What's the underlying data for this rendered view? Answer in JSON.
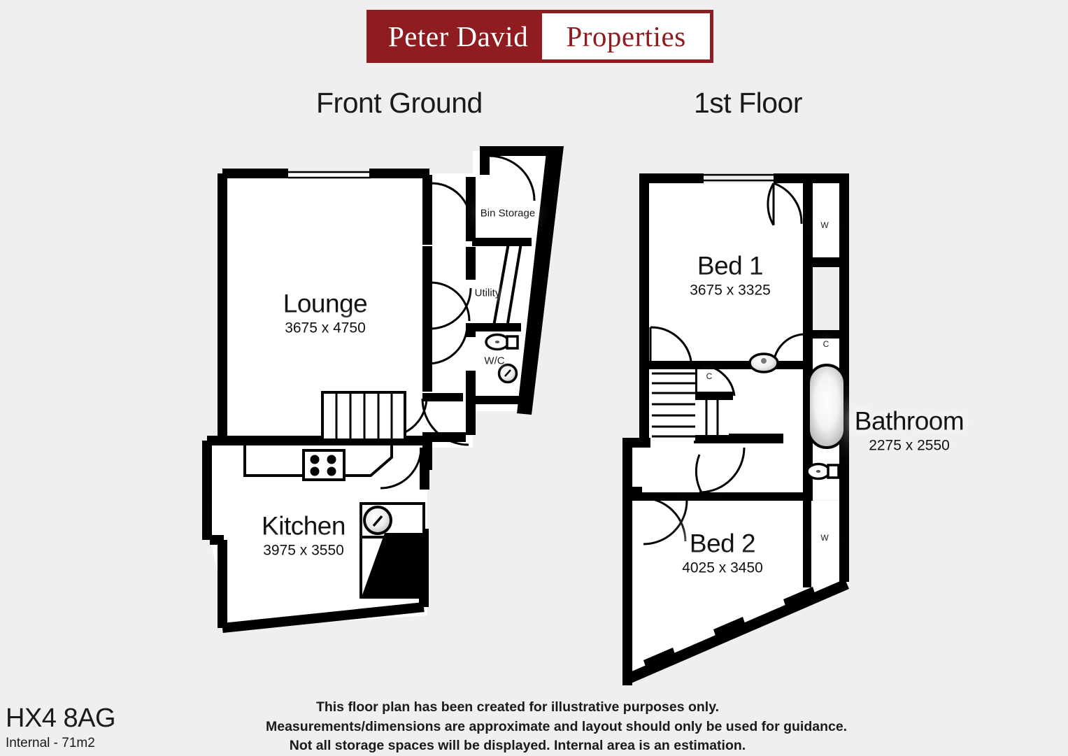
{
  "logo": {
    "left_text": "Peter David",
    "right_text": "Properties",
    "brand_color": "#8f1c21"
  },
  "plans": [
    {
      "id": "ground",
      "title": "Front Ground",
      "rooms": [
        {
          "name": "Lounge",
          "dimensions": "3675 x 4750"
        },
        {
          "name": "Kitchen",
          "dimensions": "3975 x 3550"
        }
      ],
      "small_rooms": [
        "Bin Storage",
        "Utility",
        "W/C"
      ]
    },
    {
      "id": "first",
      "title": "1st Floor",
      "rooms": [
        {
          "name": "Bed 1",
          "dimensions": "3675 x 3325"
        },
        {
          "name": "Bed 2",
          "dimensions": "4025 x 3450"
        },
        {
          "name": "Bathroom",
          "dimensions": "2275 x 2550"
        }
      ],
      "storage_markers": [
        "W",
        "C",
        "C",
        "W"
      ]
    }
  ],
  "labels": {
    "lounge_name": "Lounge",
    "lounge_dim": "3675 x 4750",
    "kitchen_name": "Kitchen",
    "kitchen_dim": "3975 x 3550",
    "bed1_name": "Bed 1",
    "bed1_dim": "3675 x 3325",
    "bed2_name": "Bed 2",
    "bed2_dim": "4025 x 3450",
    "bathroom_name": "Bathroom",
    "bathroom_dim": "2275 x 2550",
    "bin_storage": "Bin Storage",
    "utility": "Utility",
    "wc": "W/C",
    "wardrobe_bed1": "W",
    "wardrobe_bed2": "W",
    "cupboard_landing": "C",
    "cupboard_bath": "C"
  },
  "footer": {
    "postcode": "HX4 8AG",
    "internal_area": "Internal - 71m2",
    "disclaimer_line1": "This floor plan has been created for illustrative purposes only.",
    "disclaimer_line2": "Measurements/dimensions are approximate and layout should only be used for guidance.",
    "disclaimer_line3": "Not all storage spaces will be displayed. Internal area is an estimation."
  },
  "colors": {
    "background": "#efefef",
    "wall": "#000000",
    "room_fill": "#ffffff",
    "text": "#1a1a1a"
  }
}
